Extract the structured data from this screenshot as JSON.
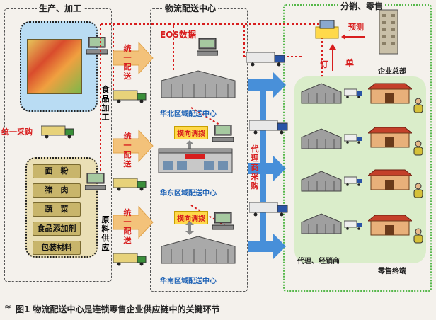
{
  "sections": {
    "production": "生产、加工",
    "logistics": "物流配送中心",
    "sales": "分销、零售"
  },
  "labels": {
    "eos": "EOS数据",
    "forecast": "预测",
    "order_1": "订",
    "order_2": "单",
    "hq": "企业总部",
    "food_processing": "食品加工",
    "unified_purchase": "统一采购",
    "raw_supply": "原料供应",
    "unified_delivery": "统一配送",
    "north": "华北区域配送中心",
    "east": "华东区域配送中心",
    "south": "华南区域配送中心",
    "transfer": "横向调拨",
    "agent_purchase": "代理商采购",
    "agents": "代理、经销商",
    "retail": "零售终端"
  },
  "materials": [
    "面　粉",
    "猪　肉",
    "蔬　菜",
    "食品添加剂",
    "包装材料"
  ],
  "caption": {
    "icon": "≈",
    "text": "图1  物流配送中心是连锁零售企业供应链中的关键环节"
  },
  "colors": {
    "red": "#d81e1e",
    "blue": "#1f63b6",
    "arrow_orange": "#f3c27a",
    "arrow_blue": "#2a7fd6",
    "panel_blue": "#b9dcf3",
    "panel_tan": "#eadfb5",
    "panel_green": "#d7ecc6"
  }
}
